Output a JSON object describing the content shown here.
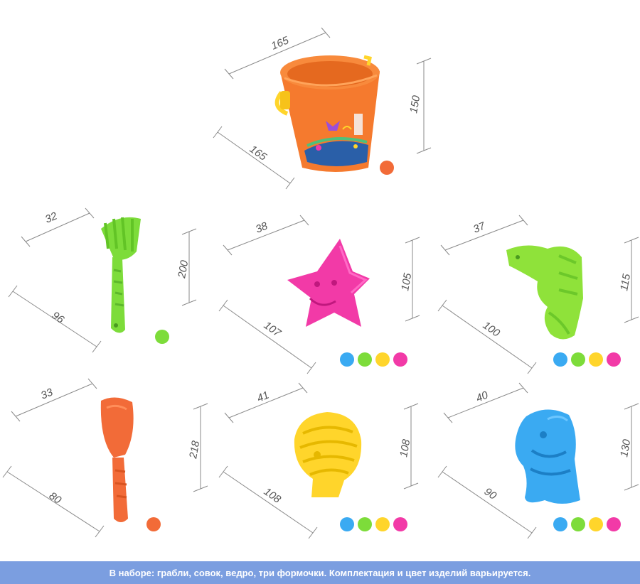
{
  "products": [
    {
      "id": "bucket",
      "dims": [
        "165",
        "165",
        "150"
      ],
      "swatches": [
        "#f26b38"
      ]
    },
    {
      "id": "rake",
      "dims": [
        "32",
        "96",
        "200"
      ],
      "swatches": [
        "#7ddc3a"
      ]
    },
    {
      "id": "star",
      "dims": [
        "38",
        "107",
        "105"
      ],
      "swatches": [
        "#3aaaf2",
        "#7ddc3a",
        "#ffd52b",
        "#f23aa7"
      ]
    },
    {
      "id": "seahorse",
      "dims": [
        "37",
        "100",
        "115"
      ],
      "swatches": [
        "#3aaaf2",
        "#7ddc3a",
        "#ffd52b",
        "#f23aa7"
      ]
    },
    {
      "id": "scoop",
      "dims": [
        "33",
        "80",
        "218"
      ],
      "swatches": [
        "#f26b38"
      ]
    },
    {
      "id": "shell",
      "dims": [
        "41",
        "108",
        "108"
      ],
      "swatches": [
        "#3aaaf2",
        "#7ddc3a",
        "#ffd52b",
        "#f23aa7"
      ]
    },
    {
      "id": "fish",
      "dims": [
        "40",
        "90",
        "130"
      ],
      "swatches": [
        "#3aaaf2",
        "#7ddc3a",
        "#ffd52b",
        "#f23aa7"
      ]
    }
  ],
  "colors": {
    "bucket": "#f57a2e",
    "rake": "#7ddc3a",
    "star": "#f23aa7",
    "seahorse": "#8fe23a",
    "scoop": "#f26b38",
    "shell": "#ffd52b",
    "fish": "#3aaaf2",
    "footer": "#7b9ee0"
  },
  "footer_text": "В наборе: грабли, совок, ведро, три формочки. Комплектация и цвет изделий варьируется."
}
